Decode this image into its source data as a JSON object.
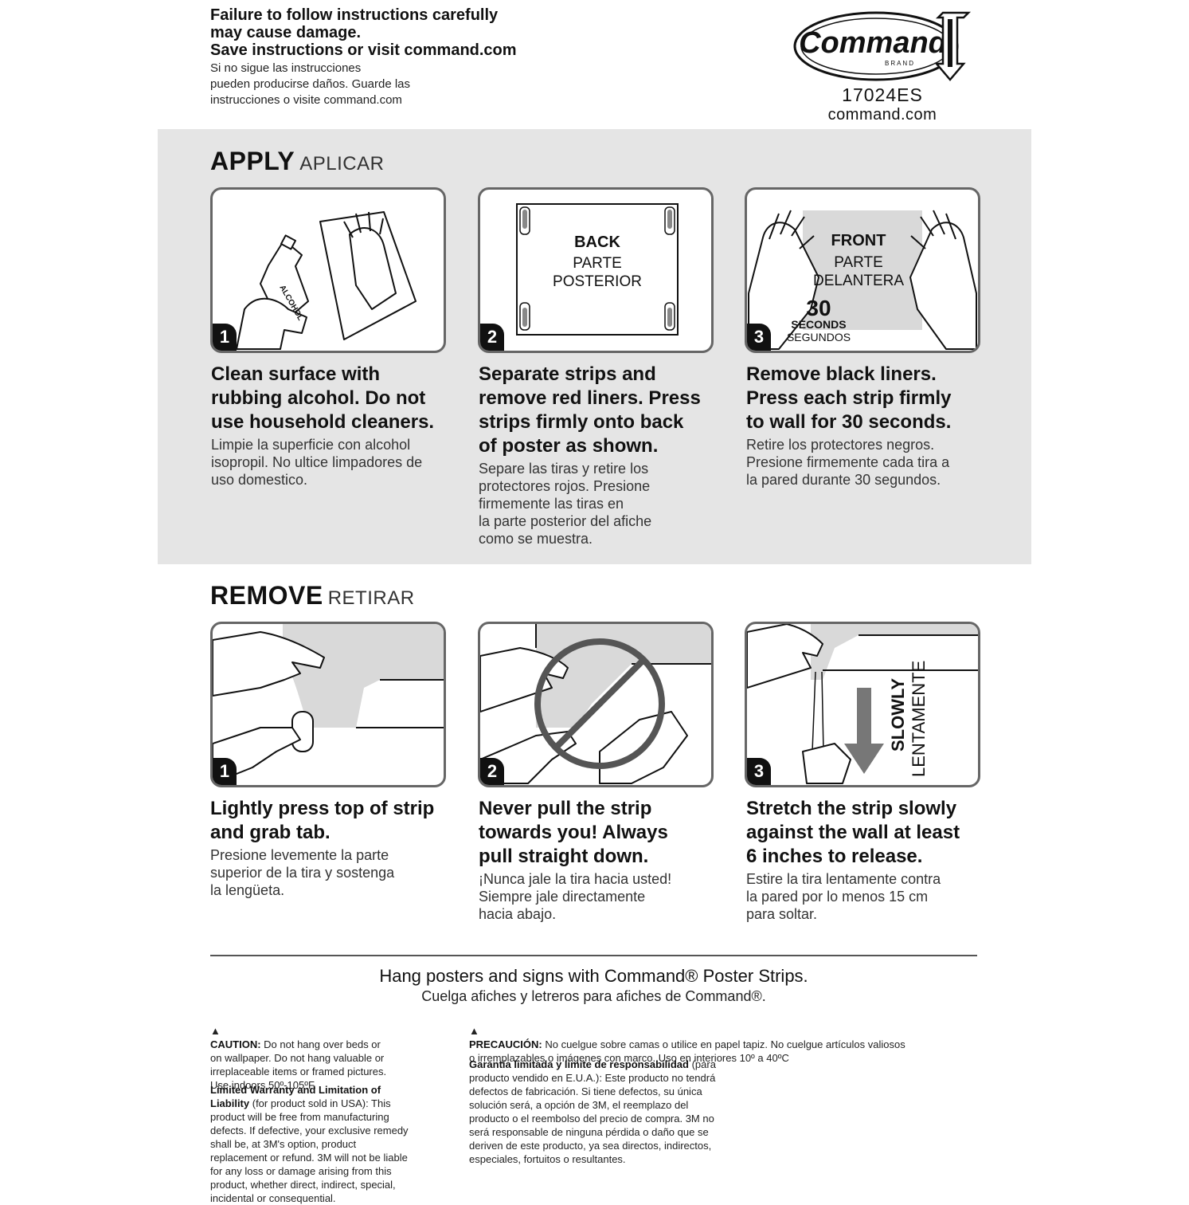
{
  "header": {
    "warning_en": "Failure to follow instructions carefully\nmay cause damage.\nSave instructions or visit command.com",
    "warning_es": "Si no sigue las instrucciones\npueden producirse daños. Guarde las\ninstrucciones o visite command.com",
    "brand_name": "Command",
    "brand_sub": "BRAND",
    "model_number": "17024ES",
    "website": "command.com"
  },
  "apply": {
    "title": "APPLY",
    "subtitle": "APLICAR",
    "steps": [
      {
        "num": "1",
        "illustration_label": "ALCOHOL",
        "caption_en": "Clean surface with\nrubbing alcohol. Do not\nuse household cleaners.",
        "caption_es": "Limpie la superficie con alcohol\nisopropil. No ultice limpadores de\nuso domestico."
      },
      {
        "num": "2",
        "label_en": "BACK",
        "label_es1": "PARTE",
        "label_es2": "POSTERIOR",
        "caption_en": "Separate strips and\nremove red liners. Press\nstrips firmly onto back\nof poster as shown.",
        "caption_es": "Separe las tiras y retire los\nprotectores rojos. Presione\nfirmemente las tiras en\nla parte posterior del afiche\ncomo se muestra."
      },
      {
        "num": "3",
        "label_en": "FRONT",
        "label_es1": "PARTE",
        "label_es2": "DELANTERA",
        "seconds_num": "30",
        "seconds_en": "SECONDS",
        "seconds_es": "SEGUNDOS",
        "caption_en": "Remove black liners.\nPress each strip firmly\nto wall for 30 seconds.",
        "caption_es": "Retire los protectores negros.\nPresione firmemente cada tira a\nla pared durante 30 segundos."
      }
    ]
  },
  "remove": {
    "title": "REMOVE",
    "subtitle": "RETIRAR",
    "steps": [
      {
        "num": "1",
        "caption_en": "Lightly press top of strip\nand grab tab.",
        "caption_es": "Presione levemente la parte\nsuperior de la tira y sostenga\nla lengüeta."
      },
      {
        "num": "2",
        "caption_en": "Never pull the strip\ntowards you! Always\npull straight down.",
        "caption_es": "¡Nunca jale la tira hacia usted!\nSiempre jale directamente\nhacia abajo."
      },
      {
        "num": "3",
        "arrow_en": "SLOWLY",
        "arrow_es": "LENTAMENTE",
        "caption_en": "Stretch the strip slowly\nagainst the wall at least\n6 inches to release.",
        "caption_es": "Estire la tira lentamente contra\nla pared por lo menos 15 cm\npara soltar."
      }
    ]
  },
  "footer": {
    "hang_en": "Hang posters and signs with Command® Poster Strips.",
    "hang_es": "Cuelga afiches y letreros para afiches de Command®.",
    "caution_en_label": "CAUTION:",
    "caution_en_text": " Do not hang over beds or\non wallpaper. Do not hang valuable or\nirreplaceable items or framed pictures.\nUse indoors 50º-105ºF.",
    "warranty_en_label": "Limited Warranty and Limitation of\nLiability",
    "warranty_en_text": " (for product sold in USA): This\nproduct will be free from manufacturing\ndefects. If defective, your exclusive remedy\nshall be, at 3M's option, product\nreplacement or refund. 3M will not be liable\nfor any loss or damage arising from this\nproduct, whether direct, indirect, special,\nincidental or consequential.",
    "caution_es_label": "PRECAUCIÓN:",
    "caution_es_text": " No cuelgue sobre camas o utilice en papel tapiz. No cuelgue artículos valiosos\no irremplazables o imágenes con marco. Uso en interiores 10º a 40ºC",
    "warranty_es_label": "Garantía limitada y límite de responsabilidad",
    "warranty_es_text": " (para\nproducto vendido en E.U.A.): Este producto no tendrá\ndefectos de fabricación. Si tiene defectos, su única\nsolución será, a opción de 3M, el reemplazo del\nproducto o el reembolso del precio de compra. 3M no\nserá responsable de ninguna pérdida o daño que se\nderiven de este producto, ya sea directos, indirectos,\nespeciales, fortuitos o resultantes."
  }
}
